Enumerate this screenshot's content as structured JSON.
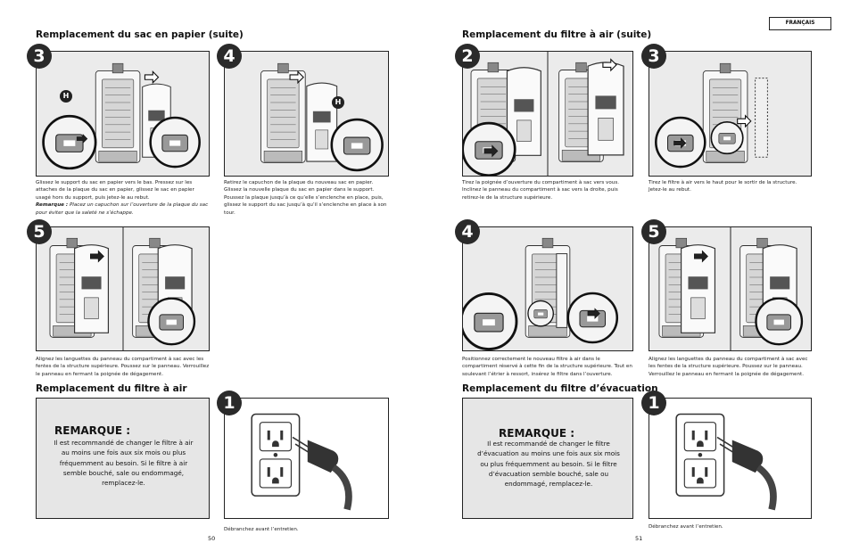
{
  "language_tab": "FRANÇAIS",
  "left_page": {
    "section1_title": "Remplacement du sac en papier (suite)",
    "step3_number": "3",
    "step4_number": "4",
    "step5_number": "5",
    "label_h": "H",
    "step3_caption": "Glissez le support du sac en papier vers le bas. Pressez sur les attaches de la plaque du sac en papier, glissez le sac en papier usagé hors du support, puis jetez-le au rebut.",
    "step3_remark_label": "Remarque :",
    "step3_remark_text": "Placez un capuchon sur l’ouverture de la plaque du sac pour éviter que la saleté ne s’échappe.",
    "step4_caption": "Retirez le capuchon de la plaque du nouveau sac en papier. Glissez la nouvelle plaque du sac en papier dans le support. Poussez la plaque jusqu’à ce qu’elle s’enclenche en place, puis, glissez le support du sac jusqu’à qu’il s’enclenche en place à son tour.",
    "step5_caption": "Alignez les languettes du panneau du compartiment à sac avec les fentes de la structure supérieure. Poussez sur le panneau. Verrouillez le panneau en fermant la poignée de dégagement.",
    "section2_title": "Remplacement du filtre à air",
    "note_title": "REMARQUE :",
    "note_text": "Il est recommandé de changer le filtre à air au moins une fois aux six mois ou plus fréquemment au besoin.  Si le filtre à air semble bouché, sale ou endommagé, remplacez-le.",
    "step1_number": "1",
    "step1_caption": "Débranchez avant l’entretien.",
    "page_number": "50"
  },
  "right_page": {
    "section1_title": "Remplacement du filtre à air (suite)",
    "step2_number": "2",
    "step3_number": "3",
    "step4_number": "4",
    "step5_number": "5",
    "step2_caption": "Tirez la poignée d’ouverture du compartiment à sac vers vous. Inclinez le panneau du compartiment à sac vers la droite, puis retirez-le de la structure supérieure.",
    "step3_caption": "Tirez le filtre à air vers le haut pour le sortir de la structure. Jetez-le au rebut.",
    "step4_caption": "Positionnez correctement le nouveau filtre à air dans le compartiment réservé à cette fin de la structure supérieure. Tout en soulevant l’étrier à ressort, insérez le filtre dans l’ouverture.",
    "step5_caption": "Alignez les languettes du panneau du compartiment à sac avec les fentes de la structure supérieure. Poussez sur le panneau. Verrouillez le panneau en fermant la poignée de dégagement.",
    "section2_title": "Remplacement du filtre d’évacuation",
    "note_title": "REMARQUE :",
    "note_text": "Il est recommandé de changer le filtre d’évacuation au moins une fois aux six mois ou plus fréquemment au besoin. Si le filtre d’évacuation semble bouché, sale ou endommagé, remplacez-le.",
    "step1_number": "1",
    "step1_caption": "Débranchez avant l’entretien.",
    "page_number": "51"
  },
  "colors": {
    "figure_bg": "#ebebeb",
    "note_bg": "#e6e6e6",
    "step_badge": "#2a2a2a",
    "line": "#222222"
  }
}
